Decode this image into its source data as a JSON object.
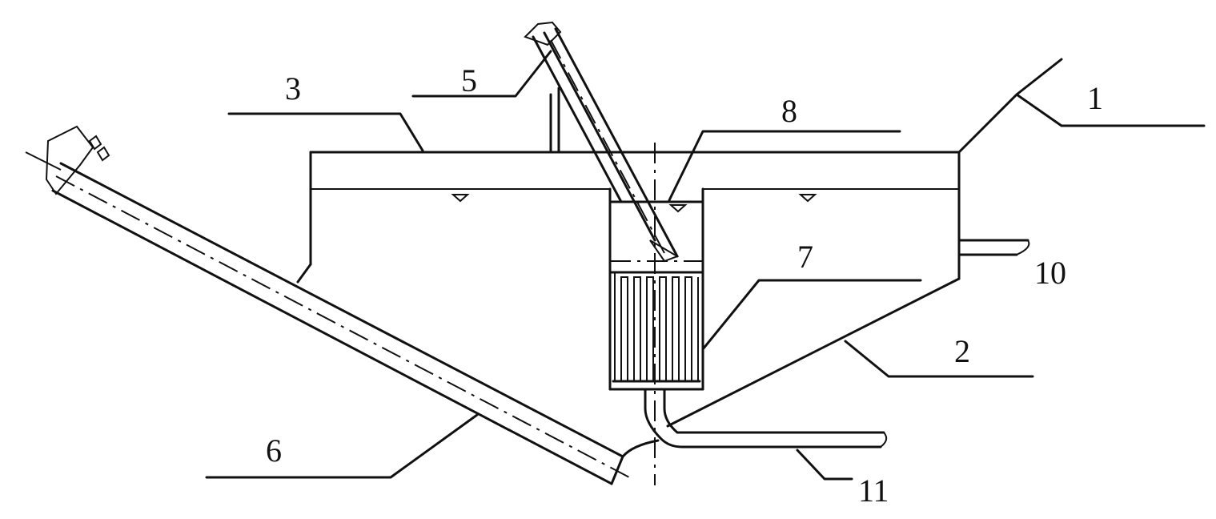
{
  "labels": {
    "l1": "1",
    "l2": "2",
    "l3": "3",
    "l5": "5",
    "l6": "6",
    "l7": "7",
    "l8": "8",
    "l10": "10",
    "l11": "11"
  }
}
